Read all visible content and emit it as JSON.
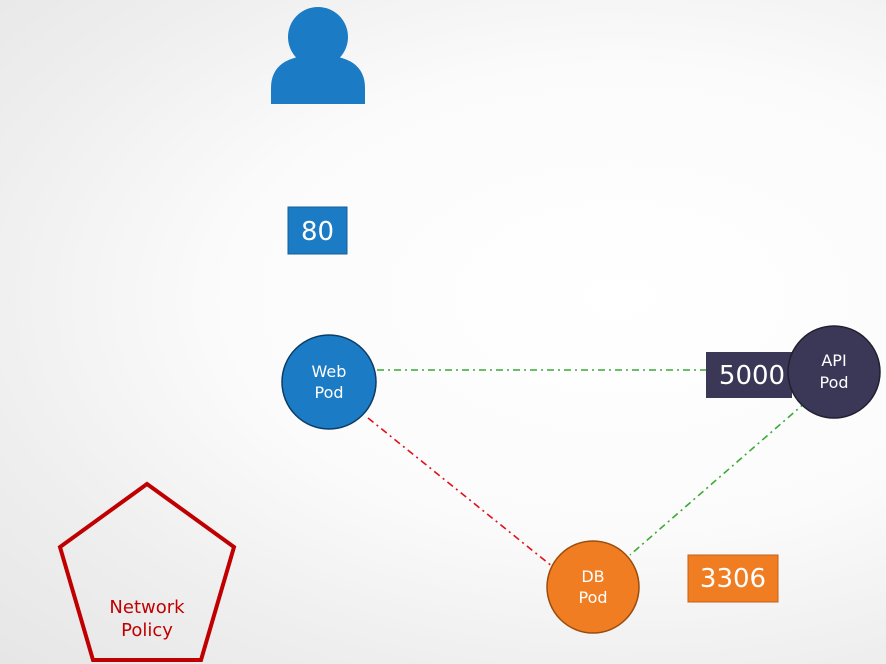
{
  "colors": {
    "web": "#1b7bc4",
    "api": "#3b3757",
    "db": "#f07d22",
    "allowed_link": "#3aaa35",
    "blocked_link": "#e0101a",
    "policy": "#c00000",
    "user": "#1b7bc4"
  },
  "icons": {
    "user": "user-icon",
    "policy": "pentagon-shape"
  },
  "ports": {
    "web": "80",
    "api": "5000",
    "db": "3306"
  },
  "pods": {
    "web": {
      "line1": "Web",
      "line2": "Pod"
    },
    "api": {
      "line1": "API",
      "line2": "Pod"
    },
    "db": {
      "line1": "DB",
      "line2": "Pod"
    }
  },
  "policy": {
    "line1": "Network",
    "line2": "Policy"
  }
}
